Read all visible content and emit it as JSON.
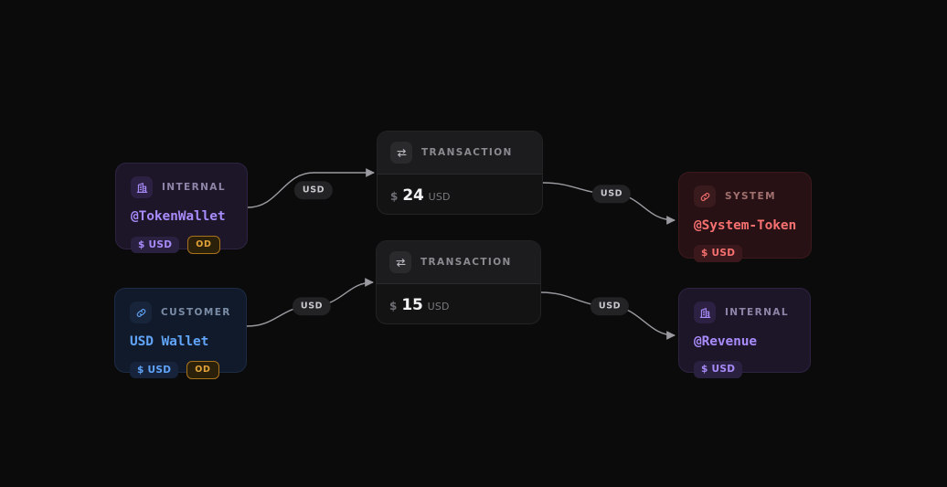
{
  "canvas": {
    "background": "#0b0b0c",
    "edge_color": "#9a9aa0"
  },
  "nodes": [
    {
      "id": "token-wallet",
      "theme": "internal",
      "kind": "INTERNAL",
      "icon": "bank-icon",
      "title": "@TokenWallet",
      "currency_badge": "$ USD",
      "flag_badge": "OD",
      "accent": "#a78bfa"
    },
    {
      "id": "usd-wallet",
      "theme": "customer",
      "kind": "CUSTOMER",
      "icon": "link-icon",
      "title": "USD Wallet",
      "currency_badge": "$ USD",
      "flag_badge": "OD",
      "accent": "#60a5fa"
    },
    {
      "id": "system-token",
      "theme": "system",
      "kind": "SYSTEM",
      "icon": "link-icon",
      "title": "@System-Token",
      "currency_badge": "$ USD",
      "flag_badge": null,
      "accent": "#f87171"
    },
    {
      "id": "revenue",
      "theme": "internal",
      "kind": "INTERNAL",
      "icon": "bank-icon",
      "title": "@Revenue",
      "currency_badge": "$ USD",
      "flag_badge": null,
      "accent": "#a78bfa"
    }
  ],
  "transactions": [
    {
      "id": "txn-top",
      "kind": "TRANSACTION",
      "icon": "exchange-icon",
      "symbol": "$",
      "amount": "24",
      "currency": "USD"
    },
    {
      "id": "txn-bottom",
      "kind": "TRANSACTION",
      "icon": "exchange-icon",
      "symbol": "$",
      "amount": "15",
      "currency": "USD"
    }
  ],
  "edges": [
    {
      "id": "edge-1",
      "label": "USD",
      "from": "token-wallet",
      "to": "txn-top"
    },
    {
      "id": "edge-2",
      "label": "USD",
      "from": "txn-top",
      "to": "system-token"
    },
    {
      "id": "edge-3",
      "label": "USD",
      "from": "usd-wallet",
      "to": "txn-bottom"
    },
    {
      "id": "edge-4",
      "label": "USD",
      "from": "txn-bottom",
      "to": "revenue"
    }
  ]
}
